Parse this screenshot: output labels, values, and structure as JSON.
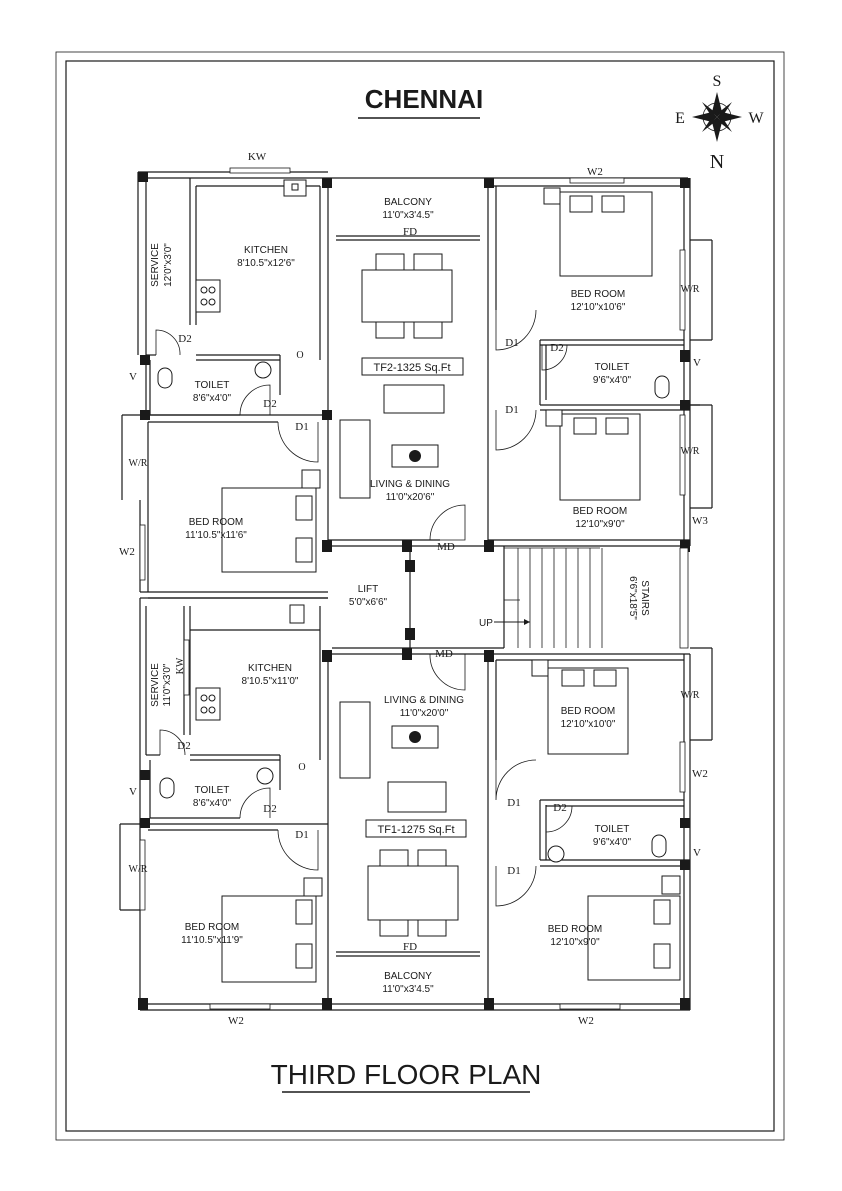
{
  "title": "CHENNAI",
  "footer_title": "THIRD FLOOR PLAN",
  "compass": {
    "top": "S",
    "left": "E",
    "right": "W",
    "bottom": "N"
  },
  "units": {
    "tf2": {
      "area": "TF2-1325 Sq.Ft"
    },
    "tf1": {
      "area": "TF1-1275 Sq.Ft"
    }
  },
  "rooms": {
    "top_balcony": {
      "name": "BALCONY",
      "size": "11'0\"x3'4.5\""
    },
    "top_kitchen": {
      "name": "KITCHEN",
      "size": "8'10.5\"x12'6\""
    },
    "top_service": {
      "name": "SERVICE",
      "size": "12'0\"x3'0\""
    },
    "top_bed_right": {
      "name": "BED ROOM",
      "size": "12'10\"x10'6\""
    },
    "top_toilet_right": {
      "name": "TOILET",
      "size": "9'6\"x4'0\""
    },
    "top_toilet_left": {
      "name": "TOILET",
      "size": "8'6\"x4'0\""
    },
    "top_bed_left": {
      "name": "BED ROOM",
      "size": "11'10.5\"x11'6\""
    },
    "top_living": {
      "name": "LIVING & DINING",
      "size": "11'0\"x20'6\""
    },
    "top_bed_right2": {
      "name": "BED ROOM",
      "size": "12'10\"x9'0\""
    },
    "lift": {
      "name": "LIFT",
      "size": "5'0\"x6'6\""
    },
    "stairs": {
      "name": "STAIRS",
      "size": "6'6\"x18'5\""
    },
    "bot_kitchen": {
      "name": "KITCHEN",
      "size": "8'10.5\"x11'0\""
    },
    "bot_service": {
      "name": "SERVICE",
      "size": "11'0\"x3'0\""
    },
    "bot_living": {
      "name": "LIVING & DINING",
      "size": "11'0\"x20'0\""
    },
    "bot_bed_right": {
      "name": "BED ROOM",
      "size": "12'10\"x10'0\""
    },
    "bot_toilet_left": {
      "name": "TOILET",
      "size": "8'6\"x4'0\""
    },
    "bot_toilet_right": {
      "name": "TOILET",
      "size": "9'6\"x4'0\""
    },
    "bot_bed_left": {
      "name": "BED ROOM",
      "size": "11'10.5\"x11'9\""
    },
    "bot_bed_right2": {
      "name": "BED ROOM",
      "size": "12'10\"x9'0\""
    },
    "bot_balcony": {
      "name": "BALCONY",
      "size": "11'0\"x3'4.5\""
    }
  },
  "labels": {
    "kw": "KW",
    "w2": "W2",
    "w3": "W3",
    "wr": "W/R",
    "v": "V",
    "d1": "D1",
    "d2": "D2",
    "fd": "FD",
    "md": "MD",
    "o": "O",
    "up": "UP"
  }
}
